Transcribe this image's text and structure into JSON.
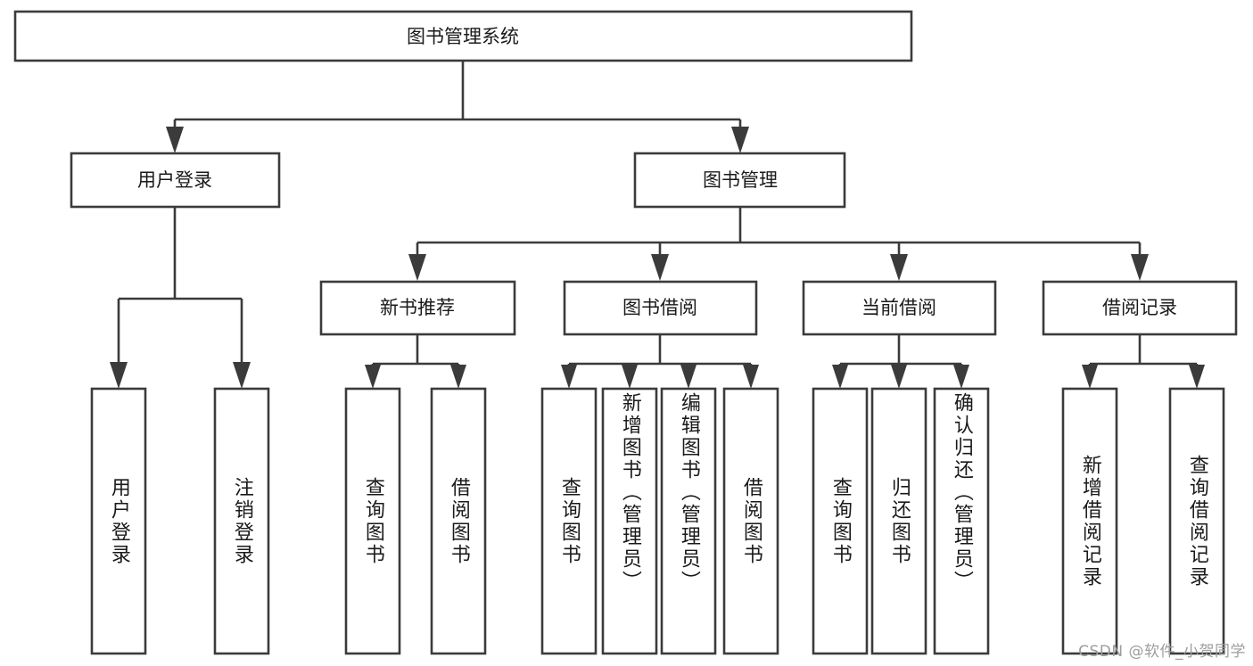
{
  "diagram": {
    "type": "hierarchy-tree",
    "title": "图书管理系统",
    "watermark": "CSDN @软件_小贺同学",
    "root": {
      "id": "root",
      "label": "图书管理系统"
    },
    "level2": [
      {
        "id": "user-login",
        "label": "用户登录"
      },
      {
        "id": "book-manage",
        "label": "图书管理"
      }
    ],
    "level3": [
      {
        "id": "new-book-rec",
        "label": "新书推荐",
        "parent": "book-manage"
      },
      {
        "id": "book-borrow",
        "label": "图书借阅",
        "parent": "book-manage"
      },
      {
        "id": "current-borrow",
        "label": "当前借阅",
        "parent": "book-manage"
      },
      {
        "id": "borrow-record",
        "label": "借阅记录",
        "parent": "book-manage"
      }
    ],
    "leaves": [
      {
        "id": "leaf-1",
        "label": "用户登录",
        "parent": "user-login"
      },
      {
        "id": "leaf-2",
        "label": "注销登录",
        "parent": "user-login"
      },
      {
        "id": "leaf-3",
        "label": "查询图书",
        "parent": "new-book-rec"
      },
      {
        "id": "leaf-4",
        "label": "借阅图书",
        "parent": "new-book-rec"
      },
      {
        "id": "leaf-5",
        "label": "查询图书",
        "parent": "book-borrow"
      },
      {
        "id": "leaf-6",
        "label": "新增图书（管理员）",
        "parent": "book-borrow"
      },
      {
        "id": "leaf-7",
        "label": "编辑图书（管理员）",
        "parent": "book-borrow"
      },
      {
        "id": "leaf-8",
        "label": "借阅图书",
        "parent": "book-borrow"
      },
      {
        "id": "leaf-9",
        "label": "查询图书",
        "parent": "current-borrow"
      },
      {
        "id": "leaf-10",
        "label": "归还图书",
        "parent": "current-borrow"
      },
      {
        "id": "leaf-11",
        "label": "确认归还（管理员）",
        "parent": "current-borrow"
      },
      {
        "id": "leaf-12",
        "label": "新增借阅记录",
        "parent": "borrow-record"
      },
      {
        "id": "leaf-13",
        "label": "查询借阅记录",
        "parent": "borrow-record"
      }
    ],
    "colors": {
      "stroke": "#3b3b3b",
      "fill": "#ffffff",
      "text": "#1a1a1a",
      "watermark": "#9d9d9d",
      "background": "#ffffff"
    }
  }
}
